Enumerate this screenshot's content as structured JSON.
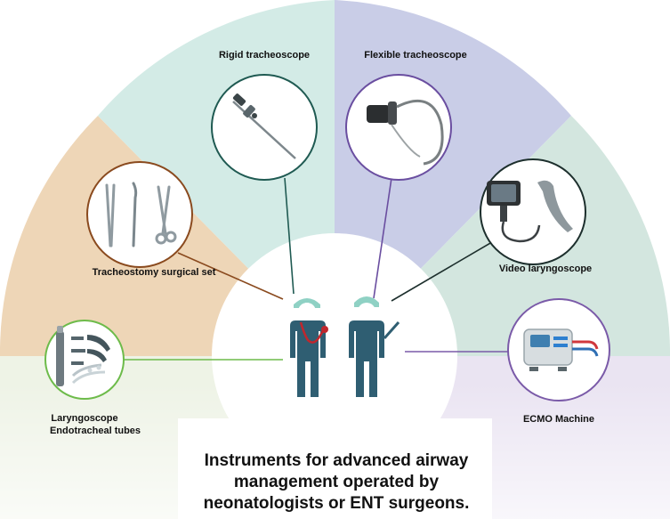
{
  "sectors": [
    {
      "id": "laryngoscope",
      "color": "#eef3e6",
      "label_lines": [
        "Laryngoscope",
        "Endotracheal tubes"
      ],
      "circle_color": "#6dbb4a"
    },
    {
      "id": "tracheostomy",
      "color": "#eed6b7",
      "label_lines": [
        "Tracheostomy surgical set"
      ],
      "circle_color": "#8a4a1e"
    },
    {
      "id": "rigid",
      "color": "#d3ebe6",
      "label_lines": [
        "Rigid tracheoscope"
      ],
      "circle_color": "#1f5a52"
    },
    {
      "id": "flexible",
      "color": "#c9cde7",
      "label_lines": [
        "Flexible tracheoscope"
      ],
      "circle_color": "#6a4ea0"
    },
    {
      "id": "video",
      "color": "#d3e6df",
      "label_lines": [
        "Video laryngoscope"
      ],
      "circle_color": "#1d2f2d"
    },
    {
      "id": "ecmo",
      "color": "#eae4f2",
      "label_lines": [
        "ECMO Machine"
      ],
      "circle_color": "#7a5aa8"
    }
  ],
  "title_lines": [
    "Instruments for advanced airway",
    "management operated by",
    "neonatologists or ENT surgeons."
  ],
  "colors": {
    "figure": "#2f5e72",
    "cap": "#8fd1c4",
    "stethoscope": "#c0272d"
  }
}
